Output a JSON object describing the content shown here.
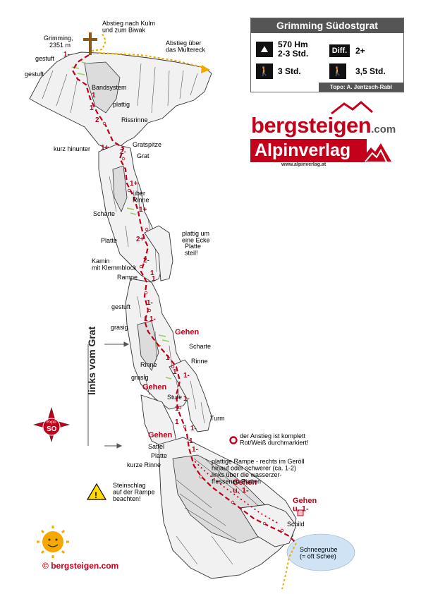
{
  "info": {
    "title": "Grimming Südostgrat",
    "height_meters": "570 Hm",
    "climb_time": "2-3 Std.",
    "difficulty_label": "Diff.",
    "difficulty": "2+",
    "approach_time": "3 Std.",
    "descent_time": "3,5 Std.",
    "credit": "Topo: A. Jentzsch-Rabl"
  },
  "logos": {
    "bergsteigen_main": "bergsteigen",
    "bergsteigen_com": ".com",
    "alpinverlag": "Alpinverlag",
    "alpinverlag_url": "www.alpinverlag.at"
  },
  "footer": "bergsteigen.com",
  "summit": {
    "name": "Grimming,",
    "altitude": "2351 m",
    "descent_kulm": "Abstieg nach Kulm\nund zum Biwak",
    "descent_multereck": "Abstieg über\ndas Multereck"
  },
  "side_note": "links vom Grat",
  "compass": {
    "top": "Expo",
    "main": "SO"
  },
  "notes": {
    "marked": "der Anstieg ist komplett\nRot/Weiß durchmarkiert!",
    "rampe": "plattige Rampe - rechts im Geröll\nhinauf oder schwerer (ca. 1-2)\nlinks über die wasserzer-\nfressenen Platten",
    "steinschlag": "Steinschlag\nauf der Rampe\nbeachten!",
    "schneegrube": "Schneegrube\n(= oft Schee)"
  },
  "labels": {
    "gestuft1": "gestuft",
    "gestuft2": "gestuft",
    "bandsystem": "Bandsystem",
    "plattig": "plattig",
    "rissrinne": "Rissrinne",
    "kurz_hinunter": "kurz hinunter",
    "gratspitze": "Gratspitze",
    "grat": "Grat",
    "ueber_rinne": "über\nRinne",
    "scharte1": "Scharte",
    "plattig_ecke": "plattig um\neine Ecke",
    "platte1": "Platte",
    "platte_steil": "Platte\nsteil!",
    "kamin": "Kamin\nmit Klemmblock",
    "rampe": "Rampe",
    "gestuft3": "gestuft",
    "grasig1": "grasig",
    "scharte2": "Scharte",
    "rinne1": "Rinne",
    "rinne2": "Rinne",
    "grasig2": "grasig",
    "stufe": "Stufe",
    "turm": "Turm",
    "sattel": "Sattel",
    "platte2": "Platte",
    "kurze_rinne": "kurze Rinne",
    "schild": "Schild"
  },
  "gehen": {
    "g1": "Gehen",
    "g2": "Gehen",
    "g3": "Gehen",
    "g4": "Gehen\nu. 1-",
    "g5": "Gehen\nu. 1-"
  },
  "grades": {
    "r1": "1-",
    "r2": "1",
    "r3": "1",
    "r4": "2",
    "r5": "1+",
    "r6": "2-",
    "r7": "1+",
    "r8": "1+",
    "r9": "2+",
    "r10": "2-",
    "r11": "1",
    "r12": "1",
    "r13": "1-",
    "r14": "1",
    "r15": "1-",
    "r16": "1",
    "r17": "1-",
    "r18": "1",
    "r19": "1-",
    "r20": "1",
    "r21": "1-",
    "r22": "1",
    "r23": "1",
    "r24": "1-"
  },
  "colors": {
    "route": "#c0001a",
    "brand_red": "#c4001a",
    "descent_path": "#f2a900",
    "snow": "#cfe3f5",
    "header_gray": "#555555"
  }
}
